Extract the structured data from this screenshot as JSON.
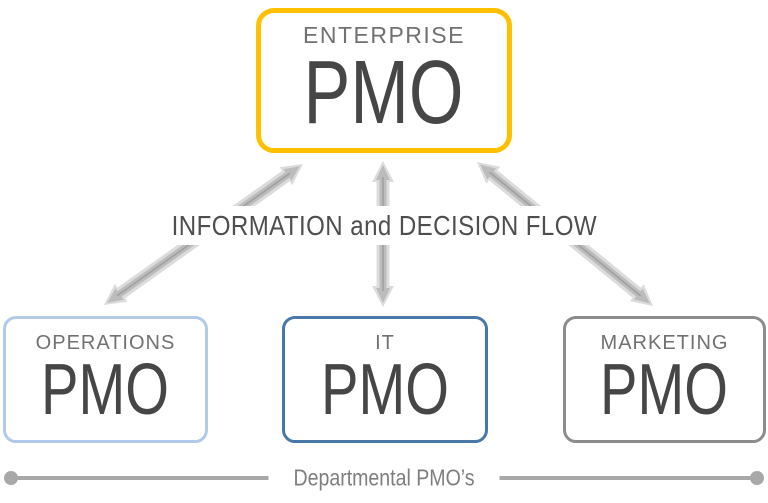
{
  "canvas": {
    "background_color": "#FFFFFF"
  },
  "enterprise_box": {
    "department": "ENTERPRISE",
    "title": "PMO",
    "border_color": "#FFC000"
  },
  "flow_band": {
    "label": "INFORMATION and DECISION FLOW"
  },
  "department_boxes": [
    {
      "department": "OPERATIONS",
      "title": "PMO",
      "border_color": "#B1C9EA"
    },
    {
      "department": "IT",
      "title": "PMO",
      "border_color": "#4977A8"
    },
    {
      "department": "MARKETING",
      "title": "PMO",
      "border_color": "#8C8C8C"
    }
  ],
  "arrows": {
    "style": "bidirectional",
    "outline_color": "#DCDCDC",
    "fill_color": "#BCBCBC",
    "seam_color": "#A0A0A0"
  },
  "bottom_bracket": {
    "label": "Departmental PMO’s",
    "line_color": "#A8A8A8"
  }
}
